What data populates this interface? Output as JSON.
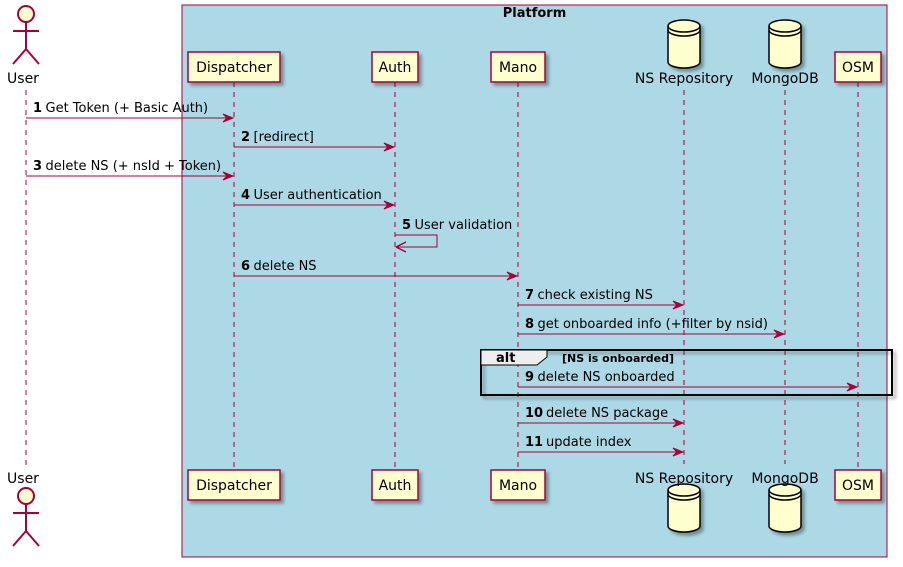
{
  "diagram": {
    "box_title": "Platform",
    "actor": {
      "label": "User"
    },
    "participants": [
      {
        "id": "dispatcher",
        "label": "Dispatcher",
        "shape": "rect"
      },
      {
        "id": "auth",
        "label": "Auth",
        "shape": "rect"
      },
      {
        "id": "mano",
        "label": "Mano",
        "shape": "rect"
      },
      {
        "id": "ns-repository",
        "label": "NS Repository",
        "shape": "database"
      },
      {
        "id": "mongodb",
        "label": "MongoDB",
        "shape": "database"
      },
      {
        "id": "osm",
        "label": "OSM",
        "shape": "rect"
      }
    ],
    "messages": [
      {
        "num": "1",
        "text": "Get Token (+ Basic Auth)",
        "from": "user",
        "to": "dispatcher"
      },
      {
        "num": "2",
        "text": "[redirect]",
        "from": "dispatcher",
        "to": "auth"
      },
      {
        "num": "3",
        "text": "delete NS (+ nsId + Token)",
        "from": "user",
        "to": "dispatcher"
      },
      {
        "num": "4",
        "text": "User authentication",
        "from": "dispatcher",
        "to": "auth"
      },
      {
        "num": "5",
        "text": "User validation",
        "from": "auth",
        "to": "auth"
      },
      {
        "num": "6",
        "text": "delete NS",
        "from": "dispatcher",
        "to": "mano"
      },
      {
        "num": "7",
        "text": "check existing NS",
        "from": "mano",
        "to": "ns-repository"
      },
      {
        "num": "8",
        "text": "get onboarded info (+filter by nsid)",
        "from": "mano",
        "to": "mongodb"
      },
      {
        "num": "9",
        "text": "delete NS onboarded",
        "from": "mano",
        "to": "osm"
      },
      {
        "num": "10",
        "text": "delete NS package",
        "from": "mano",
        "to": "ns-repository"
      },
      {
        "num": "11",
        "text": "update index",
        "from": "mano",
        "to": "ns-repository"
      }
    ],
    "alt": {
      "label": "alt",
      "guard": "[NS is onboarded]"
    },
    "colors": {
      "box_fill": "#ADD8E6",
      "participant_fill": "#FEFECE",
      "line": "#A80036",
      "alt_border": "#000000"
    }
  }
}
